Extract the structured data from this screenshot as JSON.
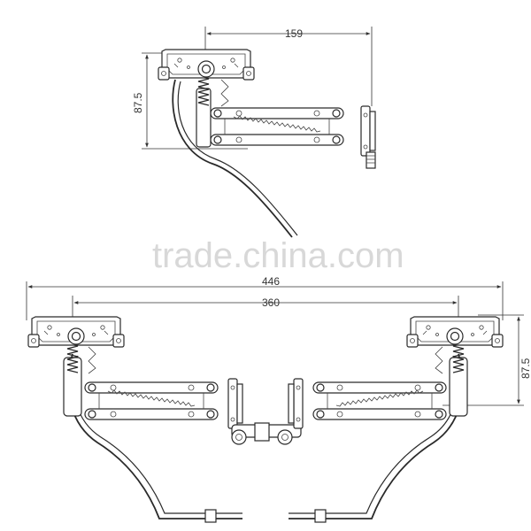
{
  "watermark": "trade.china.com",
  "top_view": {
    "dim_width": "159",
    "dim_height": "87.5"
  },
  "bottom_view": {
    "dim_overall": "446",
    "dim_inner": "360",
    "dim_height": "87.5"
  },
  "colors": {
    "line": "#2a2a2a",
    "background": "#ffffff",
    "watermark": "#d8d8d8"
  }
}
